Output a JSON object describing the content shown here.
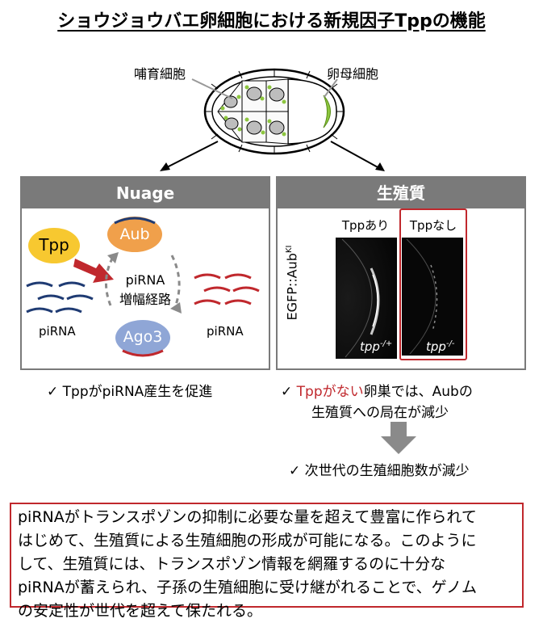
{
  "title": "ショウジョウバエ卵細胞における新規因子Tppの機能",
  "labels": {
    "nurse": "哺育細胞",
    "oocyte": "卵母細胞"
  },
  "left_panel": {
    "header": "Nuage",
    "tpp": "Tpp",
    "aub": "Aub",
    "ago3": "Ago3",
    "pathway_line1": "piRNA",
    "pathway_line2": "増幅経路",
    "pirna_left": "piRNA",
    "pirna_right": "piRNA",
    "note": "✓ TppがpiRNA産生を促進"
  },
  "right_panel": {
    "header": "生殖質",
    "col_with": "Tppあり",
    "col_without": "Tppなし",
    "ylabel_main": "EGFP::Aub",
    "ylabel_sup": "KI",
    "genotype_left": "tpp",
    "genotype_left_sup": "-/+",
    "genotype_right": "tpp",
    "genotype_right_sup": "-/-",
    "note_red": "Tppがない",
    "note_rest": "卵巣では、Aubの",
    "note_line2": "生殖質への局在が減少",
    "result": "✓ 次世代の生殖細胞数が減少",
    "check": "✓"
  },
  "summary": {
    "line1": "piRNAがトランスポゾンの抑制に必要な量を超えて豊富に作られて",
    "line2": "はじめて、生殖質による生殖細胞の形成が可能になる。このように",
    "line3": "して、生殖質には、トランスポゾン情報を網羅するのに十分な",
    "line4": "piRNAが蓄えられ、子孫の生殖細胞に受け継がれることで、ゲノム",
    "line5": "の安定性が世代を超えて保たれる。"
  },
  "colors": {
    "panel_gray": "#7a7a7a",
    "red": "#c0282d",
    "navy": "#1f3b73",
    "tpp_yellow": "#f7c830",
    "aub_orange": "#f0a04b",
    "ago3_blue": "#8fa6d6",
    "green": "#8dc63f"
  }
}
